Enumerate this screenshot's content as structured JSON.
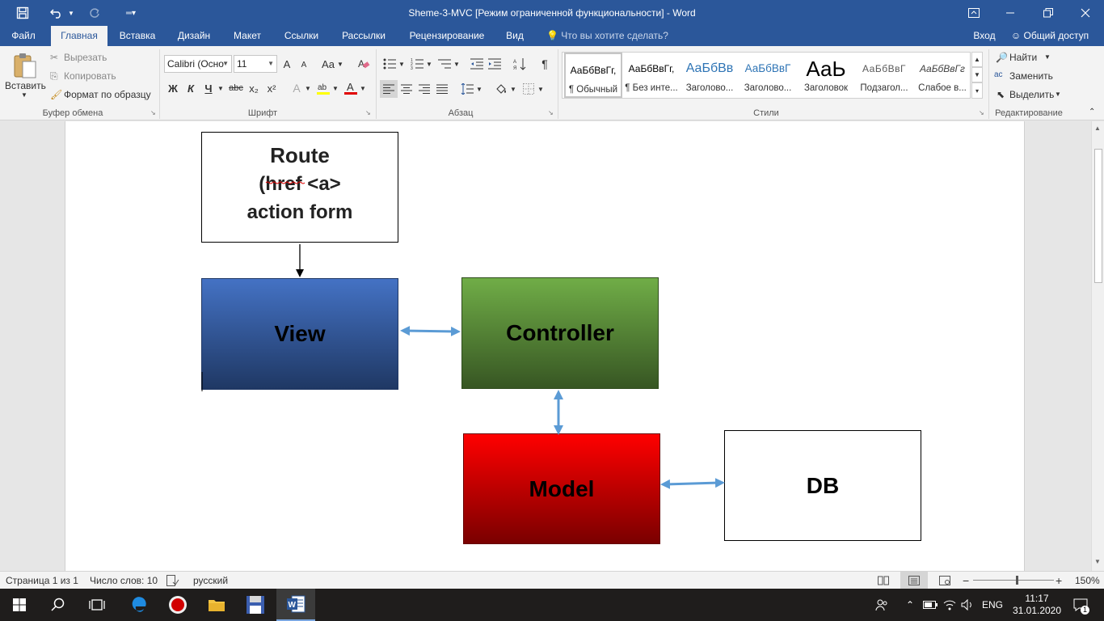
{
  "window": {
    "title": "Sheme-3-MVC [Режим ограниченной функциональности] - Word"
  },
  "tabs": [
    {
      "label": "Файл"
    },
    {
      "label": "Главная"
    },
    {
      "label": "Вставка"
    },
    {
      "label": "Дизайн"
    },
    {
      "label": "Макет"
    },
    {
      "label": "Ссылки"
    },
    {
      "label": "Рассылки"
    },
    {
      "label": "Рецензирование"
    },
    {
      "label": "Вид"
    }
  ],
  "tell_me": "Что вы хотите сделать?",
  "account": {
    "signin": "Вход",
    "share": "Общий доступ"
  },
  "clipboard": {
    "paste": "Вставить",
    "cut": "Вырезать",
    "copy": "Копировать",
    "format_painter": "Формат по образцу",
    "label": "Буфер обмена"
  },
  "font": {
    "name": "Calibri (Осно",
    "size": "11",
    "label": "Шрифт",
    "bold": "Ж",
    "italic": "К",
    "underline": "Ч",
    "strike": "abc",
    "sub": "x₂",
    "sup": "x²",
    "grow": "A",
    "shrink": "A",
    "case": "Aa",
    "fontcolor": "A",
    "effects": "A"
  },
  "paragraph": {
    "label": "Абзац",
    "pilcrow": "¶"
  },
  "styles": {
    "label": "Стили",
    "items": [
      {
        "sample": "АаБбВвГг,",
        "name": "¶ Обычный"
      },
      {
        "sample": "АаБбВвГг,",
        "name": "¶ Без инте..."
      },
      {
        "sample": "АаБбВв",
        "name": "Заголово..."
      },
      {
        "sample": "АаБбВвГ",
        "name": "Заголово..."
      },
      {
        "sample": "АаЬ",
        "name": "Заголовок"
      },
      {
        "sample": "АаБбВвГ",
        "name": "Подзагол..."
      },
      {
        "sample": "АаБбВвГг",
        "name": "Слабое в..."
      }
    ]
  },
  "editing": {
    "label": "Редактирование",
    "find": "Найти",
    "replace": "Заменить",
    "select": "Выделить"
  },
  "diagram": {
    "route_line1": "Route",
    "route_line2": "(href <a>",
    "route_line3": "action form",
    "view": "View",
    "controller": "Controller",
    "model": "Model",
    "db": "DB"
  },
  "colors": {
    "view_top": "#4472c4",
    "view_bottom": "#1f3864",
    "controller_top": "#70ad47",
    "controller_bottom": "#375623",
    "model_top": "#ff0000",
    "model_bottom": "#7a0000",
    "arrow": "#5b9bd5",
    "word_blue": "#2b579a"
  },
  "status": {
    "page": "Страница 1 из 1",
    "words": "Число слов: 10",
    "language": "русский",
    "zoom": "150%"
  },
  "taskbar": {
    "lang": "ENG",
    "time": "11:17",
    "date": "31.01.2020",
    "notif": "1"
  }
}
